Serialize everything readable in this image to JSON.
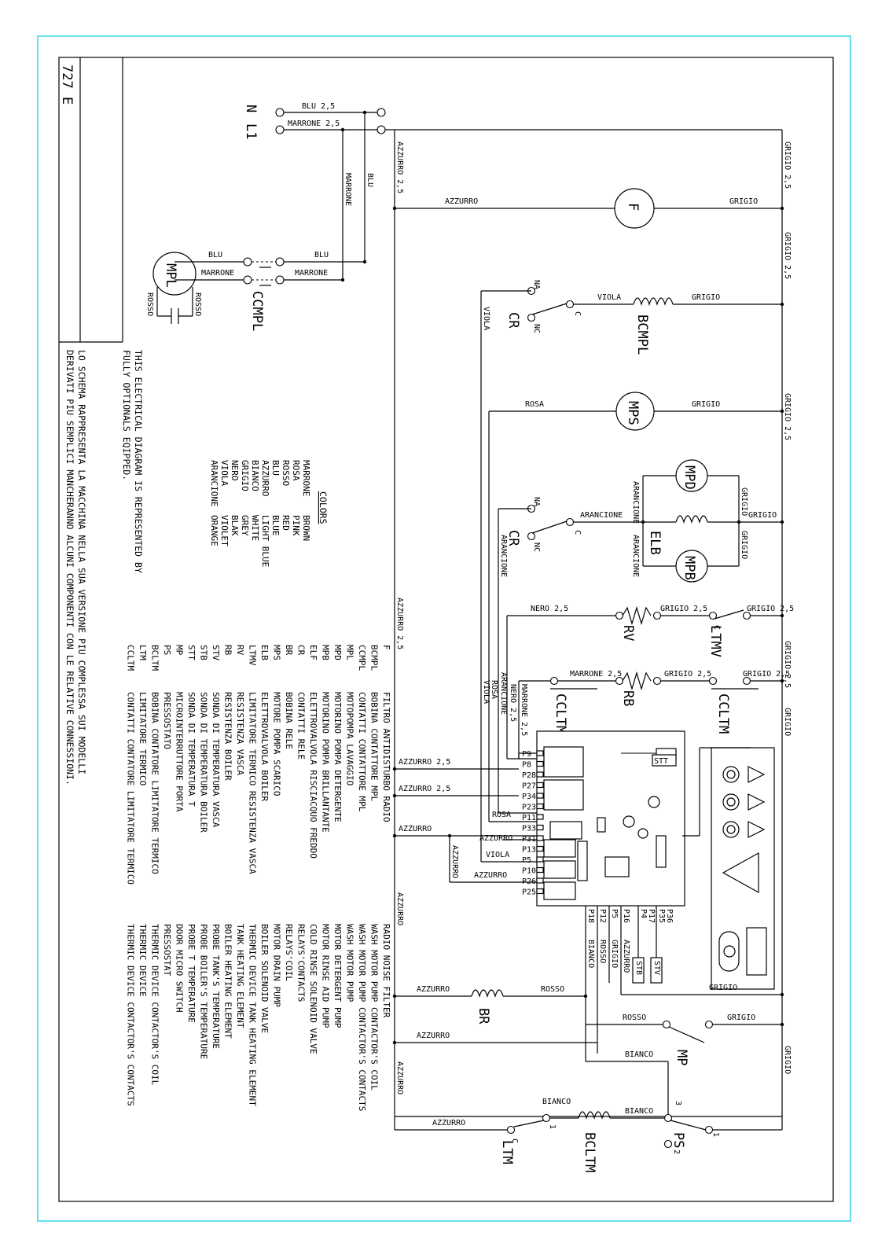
{
  "title_block": {
    "code": "727 E"
  },
  "supply": {
    "neutral": "N",
    "line": "L1",
    "neutral_wire": "BLU 2,5",
    "line_wire": "MARRONE 2,5"
  },
  "wires": {
    "azzurro_25": "AZZURRO 2,5",
    "azzurro": "AZZURRO",
    "grigio_25": "GRIGIO 2,5",
    "grigio": "GRIGIO",
    "marrone": "MARRONE",
    "blu": "BLU",
    "viola": "VIOLA",
    "rosa": "ROSA",
    "arancione": "ARANCIONE",
    "rosso": "ROSSO",
    "bianco": "BIANCO",
    "nero_25": "NERO 2,5",
    "marrone_25": "MARRONE 2,5"
  },
  "components": {
    "F": "F",
    "MPL": "MPL",
    "CCMPL": "CCMPL",
    "CR": "CR",
    "BCMPL": "BCMPL",
    "MPS": "MPS",
    "MPD": "MPD",
    "MPB": "MPB",
    "ELB": "ELB",
    "RV": "RV",
    "LTMV": "LTMV",
    "RB": "RB",
    "CCLTM": "CCLTM",
    "STT": "STT",
    "STB": "STB",
    "STV": "STV",
    "BR": "BR",
    "MP": "MP",
    "LTM": "LTM",
    "BCLTM": "BCLTM",
    "PS": "PS",
    "NA": "NA",
    "NC": "NC",
    "C": "C"
  },
  "board_pins": [
    "P9",
    "P8",
    "P28",
    "P27",
    "P34",
    "P23",
    "P11",
    "P33",
    "P31",
    "P13",
    "P5",
    "P10",
    "P26",
    "P25"
  ],
  "board_bottom_pins": [
    "P18",
    "P12",
    "P5",
    "P16",
    "P4",
    "P17",
    "P35",
    "P36"
  ],
  "colors_legend": {
    "heading": "COLORS",
    "items": [
      [
        "MARRONE",
        "BROWN"
      ],
      [
        "ROSA",
        "PINK"
      ],
      [
        "ROSSO",
        "RED"
      ],
      [
        "BLU",
        "BLUE"
      ],
      [
        "AZZURRO",
        "LIGHT BLUE"
      ],
      [
        "BIANCO",
        "WHITE"
      ],
      [
        "GRIGIO",
        "GREY"
      ],
      [
        "NERO",
        "BLAK"
      ],
      [
        "VIOLA",
        "VIOLET"
      ],
      [
        "ARANCIONE",
        "ORANGE"
      ]
    ]
  },
  "notes": {
    "en_1": "THIS ELECTRICAL DIAGRAM IS REPRESENTED BY",
    "en_2": "FULLY OPTIONALS EQIPPED.",
    "it_1": "LO SCHEMA RAPPRESENTA LA MACCHINA NELLA SUA VERSIONE PIU COMPLESSA SUI MODELLI",
    "it_2": "DERIVATI PIU SEMPLICI MANCHERANNO ALCUNI COMPONENTI CON LE RELATIVE CONNESSIONI."
  },
  "component_legend": [
    [
      "F",
      "FILTRO ANTIDISTURBO RADIO",
      "RADIO NOISE FILTER"
    ],
    [
      "BCMPL",
      "BOBINA CONTATTORE MPL",
      "WASH MOTOR PUMP CONTACTOR'S COIL"
    ],
    [
      "CCMPL",
      "CONTATTI CONTATTORE MPL",
      "WASH MOTOR PUMP CONTACTOR'S CONTACTS"
    ],
    [
      "MPL",
      "MOTOPOMPA LAVAGGIO",
      "WASH MOTOR PUMP"
    ],
    [
      "MPD",
      "MOTORINO POMPA DETERGENTE",
      "MOTOR DETERGENT PUMP"
    ],
    [
      "MPB",
      "MOTORINO POMPA BRILLANTANTE",
      "MOTOR RINSE AID PUMP"
    ],
    [
      "ELF",
      "ELETTROVALVOLA RISCIACQUO FREDDO",
      "COLD RINSE SOLENOID VALVE"
    ],
    [
      "CR",
      "CONTATTI RELE",
      "RELAYS'CONTACTS"
    ],
    [
      "BR",
      "BOBINA RELE",
      "RELAYS'COIL"
    ],
    [
      "MPS",
      "MOTORE POMPA SCARICO",
      "MOTOR DRAIN PUMP"
    ],
    [
      "ELB",
      "ELETTROVALVOLA BOILER",
      "BOILER SOLENOID VALVE"
    ],
    [
      "LTMV",
      "LIMITATORE TERMICO RESISTENZA VASCA",
      "THERMIC DEVICE TANK HEATING ELEMENT"
    ],
    [
      "RV",
      "RESISTENZA VASCA",
      "TANK HEATING ELEMENT"
    ],
    [
      "RB",
      "RESISTENZA BOILER",
      "BOILER HEATING ELEMENT"
    ],
    [
      "STV",
      "SONDA DI TEMPERATURA VASCA",
      "PROBE TANK'S TEMPERATURE"
    ],
    [
      "STB",
      "SONDA DI TEMPERATURA BOILER",
      "PROBE BOILER'S TEMPERATURE"
    ],
    [
      "STT",
      "SONDA DI TEMPERATURA T",
      "PROBE T TEMPERATURE"
    ],
    [
      "MP",
      "MICROINTERRUTTORE PORTA",
      "DOOR MICRO SWITCH"
    ],
    [
      "PS",
      "PRESSOSTATO",
      "PRESSOSTAT"
    ],
    [
      "BCLTM",
      "BOBINA CONTATORE LIMITATORE TERMICO",
      "THERMIC DEVICE CONTACTOR'S COIL"
    ],
    [
      "LTM",
      "LIMITATORE TERMICO",
      "THERMIC DEVICE"
    ],
    [
      "CCLTM",
      "CONTATTI CONTATORE LIMITATORE TERMICO",
      "THERMIC DEVICE CONTACTOR'S CONTACTS"
    ]
  ]
}
